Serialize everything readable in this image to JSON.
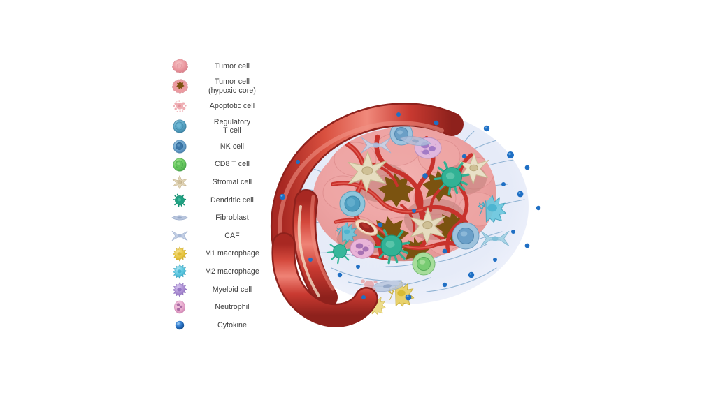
{
  "figure": {
    "kind": "tumor-microenvironment-illustration",
    "background_color": "#ffffff"
  },
  "legend": {
    "items": [
      {
        "label": "Tumor cell",
        "icon": "tumor-cell-icon",
        "color": "#e8959c",
        "two_line": false
      },
      {
        "label": "Tumor cell\n(hypoxic core)",
        "icon": "tumor-cell-hypoxic-icon",
        "color": "#7a5010",
        "two_line": true
      },
      {
        "label": "Apoptotic cell",
        "icon": "apoptotic-cell-icon",
        "color": "#eda0a6",
        "two_line": false
      },
      {
        "label": "Regulatory\nT cell",
        "icon": "regulatory-t-cell-icon",
        "color": "#4e9ec0",
        "two_line": true
      },
      {
        "label": "NK cell",
        "icon": "nk-cell-icon",
        "color": "#3f7fb5",
        "two_line": false
      },
      {
        "label": "CD8 T cell",
        "icon": "cd8-t-cell-icon",
        "color": "#5fc25a",
        "two_line": false
      },
      {
        "label": "Stromal cell",
        "icon": "stromal-cell-icon",
        "color": "#ddd0b0",
        "two_line": false
      },
      {
        "label": "Dendritic cell",
        "icon": "dendritic-cell-icon",
        "color": "#1fa07e",
        "two_line": false
      },
      {
        "label": "Fibroblast",
        "icon": "fibroblast-icon",
        "color": "#aab9d4",
        "two_line": false
      },
      {
        "label": "CAF",
        "icon": "caf-icon",
        "color": "#b6c2dd",
        "two_line": false
      },
      {
        "label": "M1 macrophage",
        "icon": "m1-macrophage-icon",
        "color": "#e6c53f",
        "two_line": false
      },
      {
        "label": "M2 macrophage",
        "icon": "m2-macrophage-icon",
        "color": "#57c4dd",
        "two_line": false
      },
      {
        "label": "Myeloid cell",
        "icon": "myeloid-cell-icon",
        "color": "#a98bd1",
        "two_line": false
      },
      {
        "label": "Neutrophil",
        "icon": "neutrophil-icon",
        "color": "#e7a8cb",
        "two_line": false
      },
      {
        "label": "Cytokine",
        "icon": "cytokine-icon",
        "color": "#1f6fc4",
        "two_line": false
      }
    ]
  },
  "illustration": {
    "stroma_halo_color": "#e8ecf8",
    "tumor_mass_color": "#efa3a4",
    "hypoxic_core_color": "#7b5310",
    "vessel_outer_color": "#c0302a",
    "vessel_mid_color": "#e2685c",
    "vessel_lumen_color": "#9e2721",
    "vessel_wall_color": "#f4dcc3",
    "capillary_color": "#c8322c",
    "lymphatic_color": "#7fa8cc",
    "cytokine_color": "#1f6fc4",
    "components": [
      "blood-vessel-loop",
      "capillary-network",
      "tumor-cell-mass",
      "hypoxic-tumor-cores",
      "stromal-cells",
      "dendritic-cells",
      "regulatory-t-cells",
      "nk-cells",
      "cd8-t-cells",
      "m1-macrophages",
      "m2-macrophages",
      "myeloid-cells",
      "neutrophils",
      "fibroblasts",
      "caf-cells",
      "apoptotic-cells",
      "cytokine-particles",
      "lymphatic-fibers"
    ]
  }
}
